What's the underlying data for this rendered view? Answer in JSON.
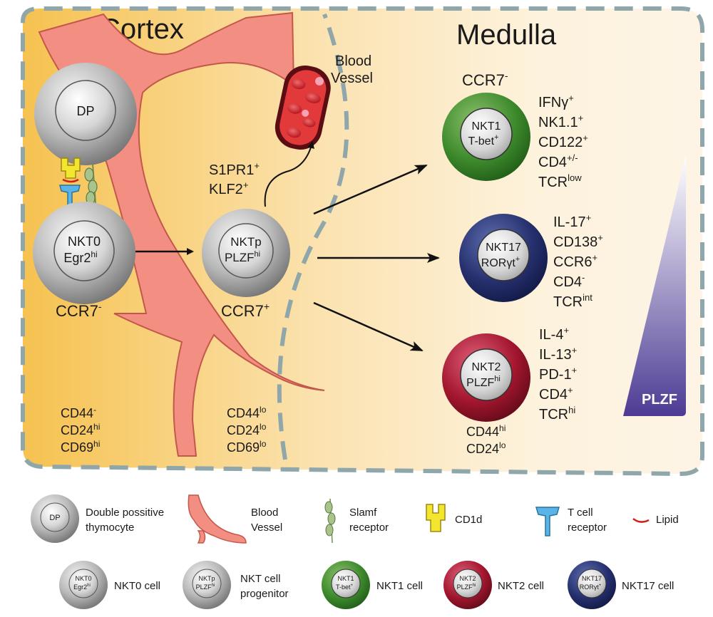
{
  "regions": {
    "cortex": "Cortex",
    "medulla": "Medulla"
  },
  "blood_vessel_label": [
    "Blood",
    "Vessel"
  ],
  "dp": {
    "label": "DP"
  },
  "nkt0": {
    "line1": "NKT0",
    "line2": "Egr2",
    "line2_sup": "hi",
    "ccr7": "CCR7",
    "ccr7_sup": "-",
    "markers": [
      [
        "CD44",
        "-"
      ],
      [
        "CD24",
        "hi"
      ],
      [
        "CD69",
        "hi"
      ]
    ]
  },
  "nktp": {
    "line1": "NKTp",
    "line2": "PLZF",
    "line2_sup": "hi",
    "ccr7": "CCR7",
    "ccr7_sup": "+",
    "migration": [
      [
        "S1PR1",
        "+"
      ],
      [
        "KLF2",
        "+"
      ]
    ],
    "markers": [
      [
        "CD44",
        "lo"
      ],
      [
        "CD24",
        "lo"
      ],
      [
        "CD69",
        "lo"
      ]
    ]
  },
  "medulla_ccr7": {
    "text": "CCR7",
    "sup": "-"
  },
  "nkt1": {
    "line1": "NKT1",
    "line2": "T-bet",
    "line2_sup": "+",
    "markers": [
      [
        "IFNγ",
        "+"
      ],
      [
        "NK1.1",
        "+"
      ],
      [
        "CD122",
        "+"
      ],
      [
        "CD4",
        "+/-"
      ],
      [
        "TCR",
        "low"
      ]
    ]
  },
  "nkt17": {
    "line1": "NKT17",
    "line2": "RORγt",
    "line2_sup": "+",
    "markers": [
      [
        "IL-17",
        "+"
      ],
      [
        "CD138",
        "+"
      ],
      [
        "CCR6",
        "+"
      ],
      [
        "CD4",
        "-"
      ],
      [
        "TCR",
        "int"
      ]
    ]
  },
  "nkt2": {
    "line1": "NKT2",
    "line2": "PLZF",
    "line2_sup": "hi",
    "markers": [
      [
        "IL-4",
        "+"
      ],
      [
        "IL-13",
        "+"
      ],
      [
        "PD-1",
        "+"
      ],
      [
        "CD4",
        "+"
      ],
      [
        "TCR",
        "hi"
      ]
    ]
  },
  "medulla_markers": [
    [
      "CD44",
      "hi"
    ],
    [
      "CD24",
      "lo"
    ]
  ],
  "plzf_gradient_label": "PLZF",
  "colors": {
    "cortex": "#f6c250",
    "nkt1": "#3d8a2c",
    "nkt17": "#26306e",
    "nkt2": "#a3162e",
    "gradient": "#4d3b94",
    "vessel": "#f28f82"
  },
  "legend": {
    "row1": [
      {
        "icon": "dp-cell-icon",
        "label": [
          "Double possitive",
          "thymocyte"
        ]
      },
      {
        "icon": "blood-vessel-icon",
        "label": [
          "Blood",
          "Vessel"
        ]
      },
      {
        "icon": "slamf-receptor-icon",
        "label": [
          "Slamf",
          "receptor"
        ]
      },
      {
        "icon": "cd1d-icon",
        "label": [
          "CD1d"
        ]
      },
      {
        "icon": "tcr-icon",
        "label": [
          "T cell",
          "receptor"
        ]
      },
      {
        "icon": "lipid-icon",
        "label": [
          "Lipid"
        ]
      }
    ],
    "row2": [
      {
        "icon": "nkt0-cell-icon",
        "label": [
          "NKT0 cell"
        ]
      },
      {
        "icon": "nktp-cell-icon",
        "label": [
          "NKT cell",
          "progenitor"
        ]
      },
      {
        "icon": "nkt1-cell-icon",
        "label": [
          "NKT1 cell"
        ]
      },
      {
        "icon": "nkt2-cell-icon",
        "label": [
          "NKT2 cell"
        ]
      },
      {
        "icon": "nkt17-cell-icon",
        "label": [
          "NKT17 cell"
        ]
      }
    ],
    "mini": {
      "dp": "DP",
      "nkt0": [
        "NKT0",
        "Egr2",
        "hi"
      ],
      "nktp": [
        "NKTp",
        "PLZF",
        "hi"
      ],
      "nkt1": [
        "NKT1",
        "T-bet",
        "+"
      ],
      "nkt2": [
        "NKT2",
        "PLZF",
        "hi"
      ],
      "nkt17": [
        "NKT17",
        "RORγt",
        "+"
      ]
    }
  }
}
